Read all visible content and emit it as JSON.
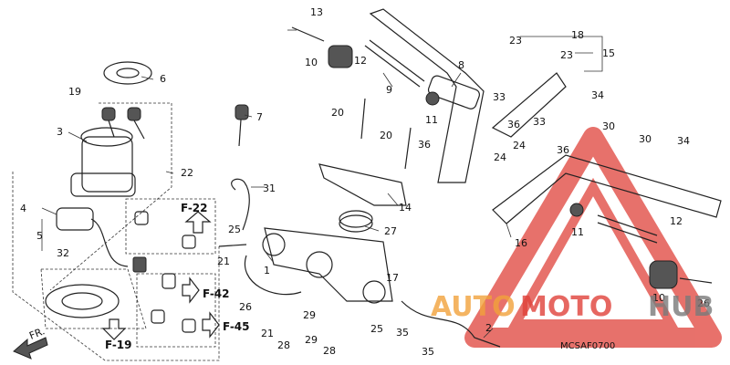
{
  "diagram": {
    "code": "MCSAF0700",
    "front_marker": "FR.",
    "colors": {
      "ink": "#222222",
      "watermark_red": "#e0423a",
      "watermark_orange": "#f2a23b",
      "watermark_grey": "#7a7a7a"
    },
    "watermark": {
      "part1": "AUTO",
      "part2": "MOTO",
      "part3": "HUB"
    },
    "references": [
      "F-22",
      "F-42",
      "F-45",
      "F-19"
    ],
    "callouts": [
      "1",
      "2",
      "3",
      "4",
      "5",
      "6",
      "7",
      "8",
      "9",
      "10",
      "10",
      "11",
      "11",
      "12",
      "12",
      "13",
      "14",
      "15",
      "16",
      "17",
      "18",
      "19",
      "20",
      "20",
      "21",
      "21",
      "22",
      "23",
      "23",
      "24",
      "24",
      "25",
      "25",
      "26",
      "26",
      "27",
      "28",
      "28",
      "29",
      "29",
      "30",
      "30",
      "31",
      "32",
      "33",
      "33",
      "34",
      "34",
      "35",
      "35",
      "36",
      "36",
      "36"
    ]
  }
}
